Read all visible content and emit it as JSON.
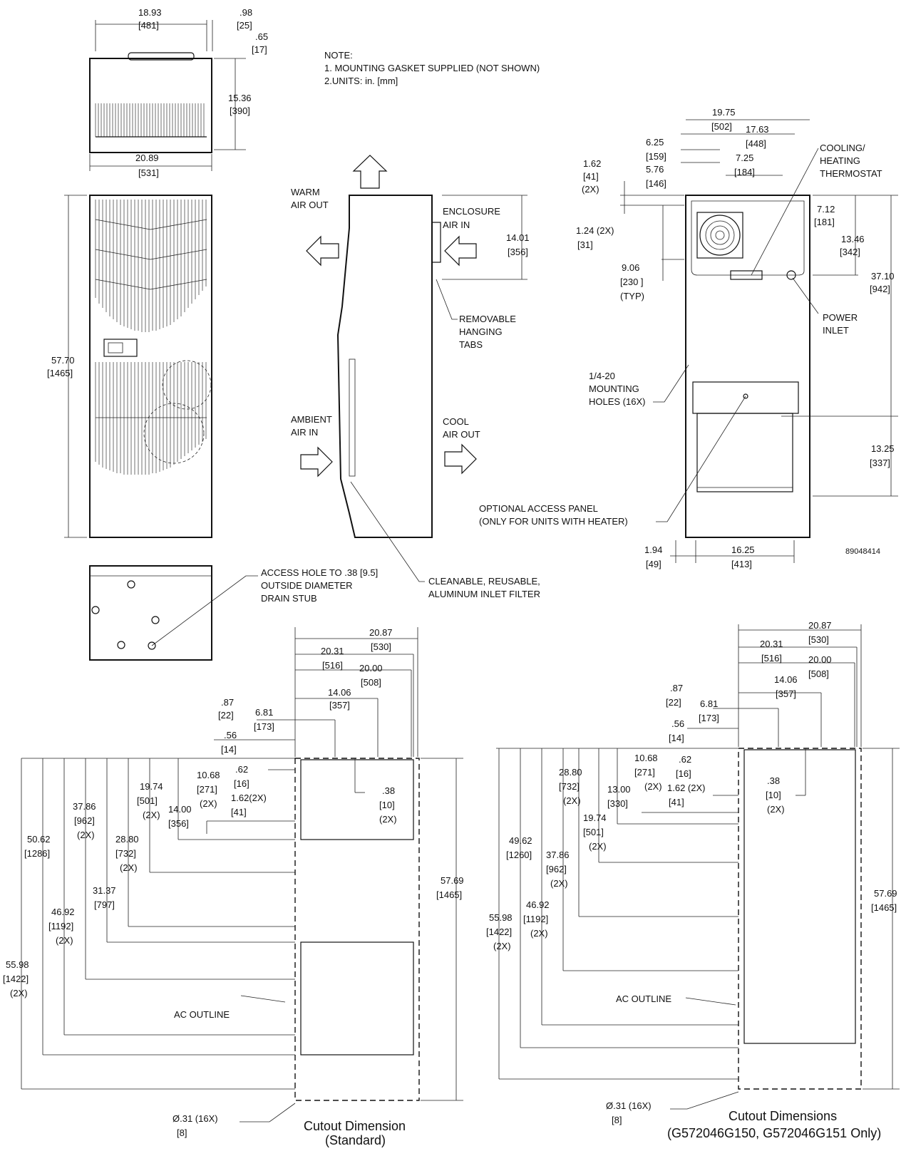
{
  "note": {
    "title": "NOTE:",
    "line1": "1. MOUNTING GASKET SUPPLIED (NOT SHOWN)",
    "line2": "2.UNITS: in. [mm]"
  },
  "drawing_number": "89048414",
  "top_view": {
    "dims": [
      {
        "in": "18.93",
        "mm": "[481]"
      },
      {
        "in": ".98",
        "mm": "[25]"
      },
      {
        "in": ".65",
        "mm": "[17]"
      },
      {
        "in": "15.36",
        "mm": "[390]"
      },
      {
        "in": "20.89",
        "mm": "[531]"
      }
    ]
  },
  "front_view": {
    "dims": [
      {
        "in": "57.70",
        "mm": "[1465]"
      }
    ]
  },
  "bottom_view": {
    "callout": [
      "ACCESS HOLE TO .38 [9.5]",
      "OUTSIDE DIAMETER",
      "DRAIN STUB"
    ]
  },
  "side_view": {
    "labels": {
      "warm_air_out": [
        "WARM",
        "AIR OUT"
      ],
      "enclosure_air_in": [
        "ENCLOSURE",
        "AIR IN"
      ],
      "ambient_air_in": [
        "AMBIENT",
        "AIR IN"
      ],
      "cool_air_out": [
        "COOL",
        "AIR OUT"
      ],
      "removable_tabs": [
        "REMOVABLE",
        "HANGING",
        "TABS"
      ],
      "filter": [
        "CLEANABLE, REUSABLE,",
        "ALUMINUM INLET FILTER"
      ]
    },
    "dims": [
      {
        "in": "14.01",
        "mm": "[356]"
      }
    ]
  },
  "rear_view": {
    "labels": {
      "thermostat": [
        "COOLING/",
        "HEATING",
        "THERMOSTAT"
      ],
      "power_inlet": [
        "POWER",
        "INLET"
      ],
      "mounting_holes": [
        "1/4-20",
        "MOUNTING",
        "HOLES (16X)"
      ],
      "access_panel": [
        "OPTIONAL ACCESS PANEL",
        "(ONLY FOR UNITS WITH HEATER)"
      ]
    },
    "dims": [
      {
        "in": "19.75",
        "mm": "[502]"
      },
      {
        "in": "17.63",
        "mm": "[448]"
      },
      {
        "in": "6.25",
        "mm": "[159]"
      },
      {
        "in": "5.76",
        "mm": "[146]"
      },
      {
        "in": "7.25",
        "mm": "[184]"
      },
      {
        "in": "1.62",
        "mm": "[41]",
        "note": "(2X)"
      },
      {
        "in": "1.24 (2X)",
        "mm": "[31]"
      },
      {
        "in": "9.06",
        "mm": "[230 ]",
        "note": "(TYP)"
      },
      {
        "in": "7.12",
        "mm": "[181]"
      },
      {
        "in": "13.46",
        "mm": "[342]"
      },
      {
        "in": "37.10",
        "mm": "[942]"
      },
      {
        "in": "13.25",
        "mm": "[337]"
      },
      {
        "in": "1.94",
        "mm": "[49]"
      },
      {
        "in": "16.25",
        "mm": "[413]"
      }
    ]
  },
  "cutout_standard": {
    "caption1": "Cutout Dimension",
    "caption2": "(Standard)",
    "ac_outline": "AC OUTLINE",
    "hole": {
      "in": "Ø.31 (16X)",
      "mm": "[8]"
    },
    "dims": [
      {
        "in": "20.87",
        "mm": "[530]"
      },
      {
        "in": "20.31",
        "mm": "[516]"
      },
      {
        "in": "20.00",
        "mm": "[508]"
      },
      {
        "in": "14.06",
        "mm": "[357]"
      },
      {
        "in": ".87",
        "mm": "[22]"
      },
      {
        "in": "6.81",
        "mm": "[173]"
      },
      {
        "in": ".56",
        "mm": "[14]"
      },
      {
        "in": ".62",
        "mm": "[16]"
      },
      {
        "in": "10.68",
        "mm": "[271]",
        "note": "(2X)"
      },
      {
        "in": "1.62(2X)",
        "mm": "[41]"
      },
      {
        "in": ".38",
        "mm": "[10]",
        "note": "(2X)"
      },
      {
        "in": "19.74",
        "mm": "[501]",
        "note": "(2X)"
      },
      {
        "in": "14.00",
        "mm": "[356]"
      },
      {
        "in": "37.86",
        "mm": "[962]",
        "note": "(2X)"
      },
      {
        "in": "50.62",
        "mm": "[1286]"
      },
      {
        "in": "28.80",
        "mm": "[732]",
        "note": "(2X)"
      },
      {
        "in": "31.37",
        "mm": "[797]"
      },
      {
        "in": "46.92",
        "mm": "[1192]",
        "note": "(2X)"
      },
      {
        "in": "55.98",
        "mm": "[1422]",
        "note": "(2X)"
      },
      {
        "in": "57.69",
        "mm": "[1465]"
      }
    ]
  },
  "cutout_alt": {
    "caption1": "Cutout Dimensions",
    "caption2": "(G572046G150, G572046G151 Only)",
    "ac_outline": "AC OUTLINE",
    "hole": {
      "in": "Ø.31 (16X)",
      "mm": "[8]"
    },
    "dims": [
      {
        "in": "20.87",
        "mm": "[530]"
      },
      {
        "in": "20.31",
        "mm": "[516]"
      },
      {
        "in": "20.00",
        "mm": "[508]"
      },
      {
        "in": "14.06",
        "mm": "[357]"
      },
      {
        "in": ".87",
        "mm": "[22]"
      },
      {
        "in": "6.81",
        "mm": "[173]"
      },
      {
        "in": ".56",
        "mm": "[14]"
      },
      {
        "in": ".62",
        "mm": "[16]"
      },
      {
        "in": "10.68",
        "mm": "[271]",
        "note": "(2X)"
      },
      {
        "in": "1.62 (2X)",
        "mm": "[41]"
      },
      {
        "in": ".38",
        "mm": "[10]",
        "note": "(2X)"
      },
      {
        "in": "13.00",
        "mm": "[330]"
      },
      {
        "in": "28.80",
        "mm": "[732]",
        "note": "(2X)"
      },
      {
        "in": "19.74",
        "mm": "[501]",
        "note": "(2X)"
      },
      {
        "in": "49.62",
        "mm": "[1260]"
      },
      {
        "in": "37.86",
        "mm": "[962]",
        "note": "(2X)"
      },
      {
        "in": "46.92",
        "mm": "[1192]",
        "note": "(2X)"
      },
      {
        "in": "55.98",
        "mm": "[1422]",
        "note": "(2X)"
      },
      {
        "in": "57.69",
        "mm": "[1465]"
      }
    ]
  }
}
